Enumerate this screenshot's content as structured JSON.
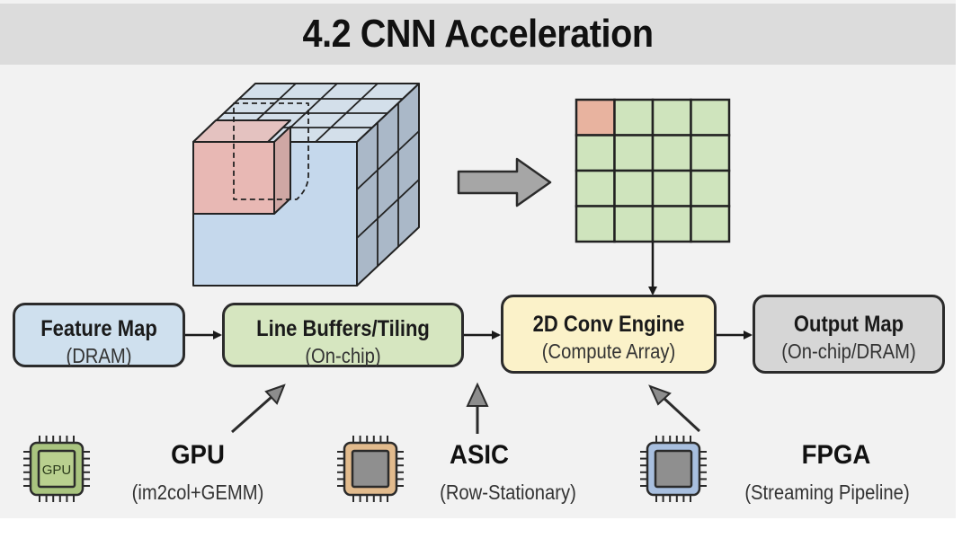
{
  "title": "4.2 CNN Acceleration",
  "colors": {
    "header_bg": "#dcdcdc",
    "panel_bg": "#f2f2f2",
    "feature_map": "#cfe0ee",
    "line_buffers": "#d6e6c0",
    "conv_engine": "#fbf2c9",
    "output_map": "#d6d6d6",
    "kernel_pink": "#e8b8b4",
    "output_green": "#cfe4bd",
    "output_highlight": "#e8b39f",
    "gpu_chip": "#a9c47f",
    "asic_chip": "#e2bb8d",
    "fpga_chip": "#a8bfdf"
  },
  "illustration": {
    "input_volume": "3D feature volume (4x4 grid top, 3x3 side) with highlighted kernel window",
    "output_grid": {
      "rows": 4,
      "cols": 4,
      "highlighted_cell": [
        0,
        0
      ]
    }
  },
  "pipeline": [
    {
      "id": "feature-map",
      "title": "Feature Map",
      "subtitle": "(DRAM)"
    },
    {
      "id": "line-buffers",
      "title": "Line Buffers/Tiling",
      "subtitle": "(On-chip)"
    },
    {
      "id": "conv-engine",
      "title": "2D Conv Engine",
      "subtitle": "(Compute Array)"
    },
    {
      "id": "output-map",
      "title": "Output Map",
      "subtitle": "(On-chip/DRAM)"
    }
  ],
  "hardware": [
    {
      "id": "gpu",
      "name": "GPU",
      "method": "(im2col+GEMM)",
      "chip_label": "GPU",
      "targets": "line-buffers"
    },
    {
      "id": "asic",
      "name": "ASIC",
      "method": "(Row-Stationary)",
      "chip_label": "",
      "targets": "line-buffers/conv-engine"
    },
    {
      "id": "fpga",
      "name": "FPGA",
      "method": "(Streaming Pipeline)",
      "chip_label": "",
      "targets": "conv-engine"
    }
  ]
}
